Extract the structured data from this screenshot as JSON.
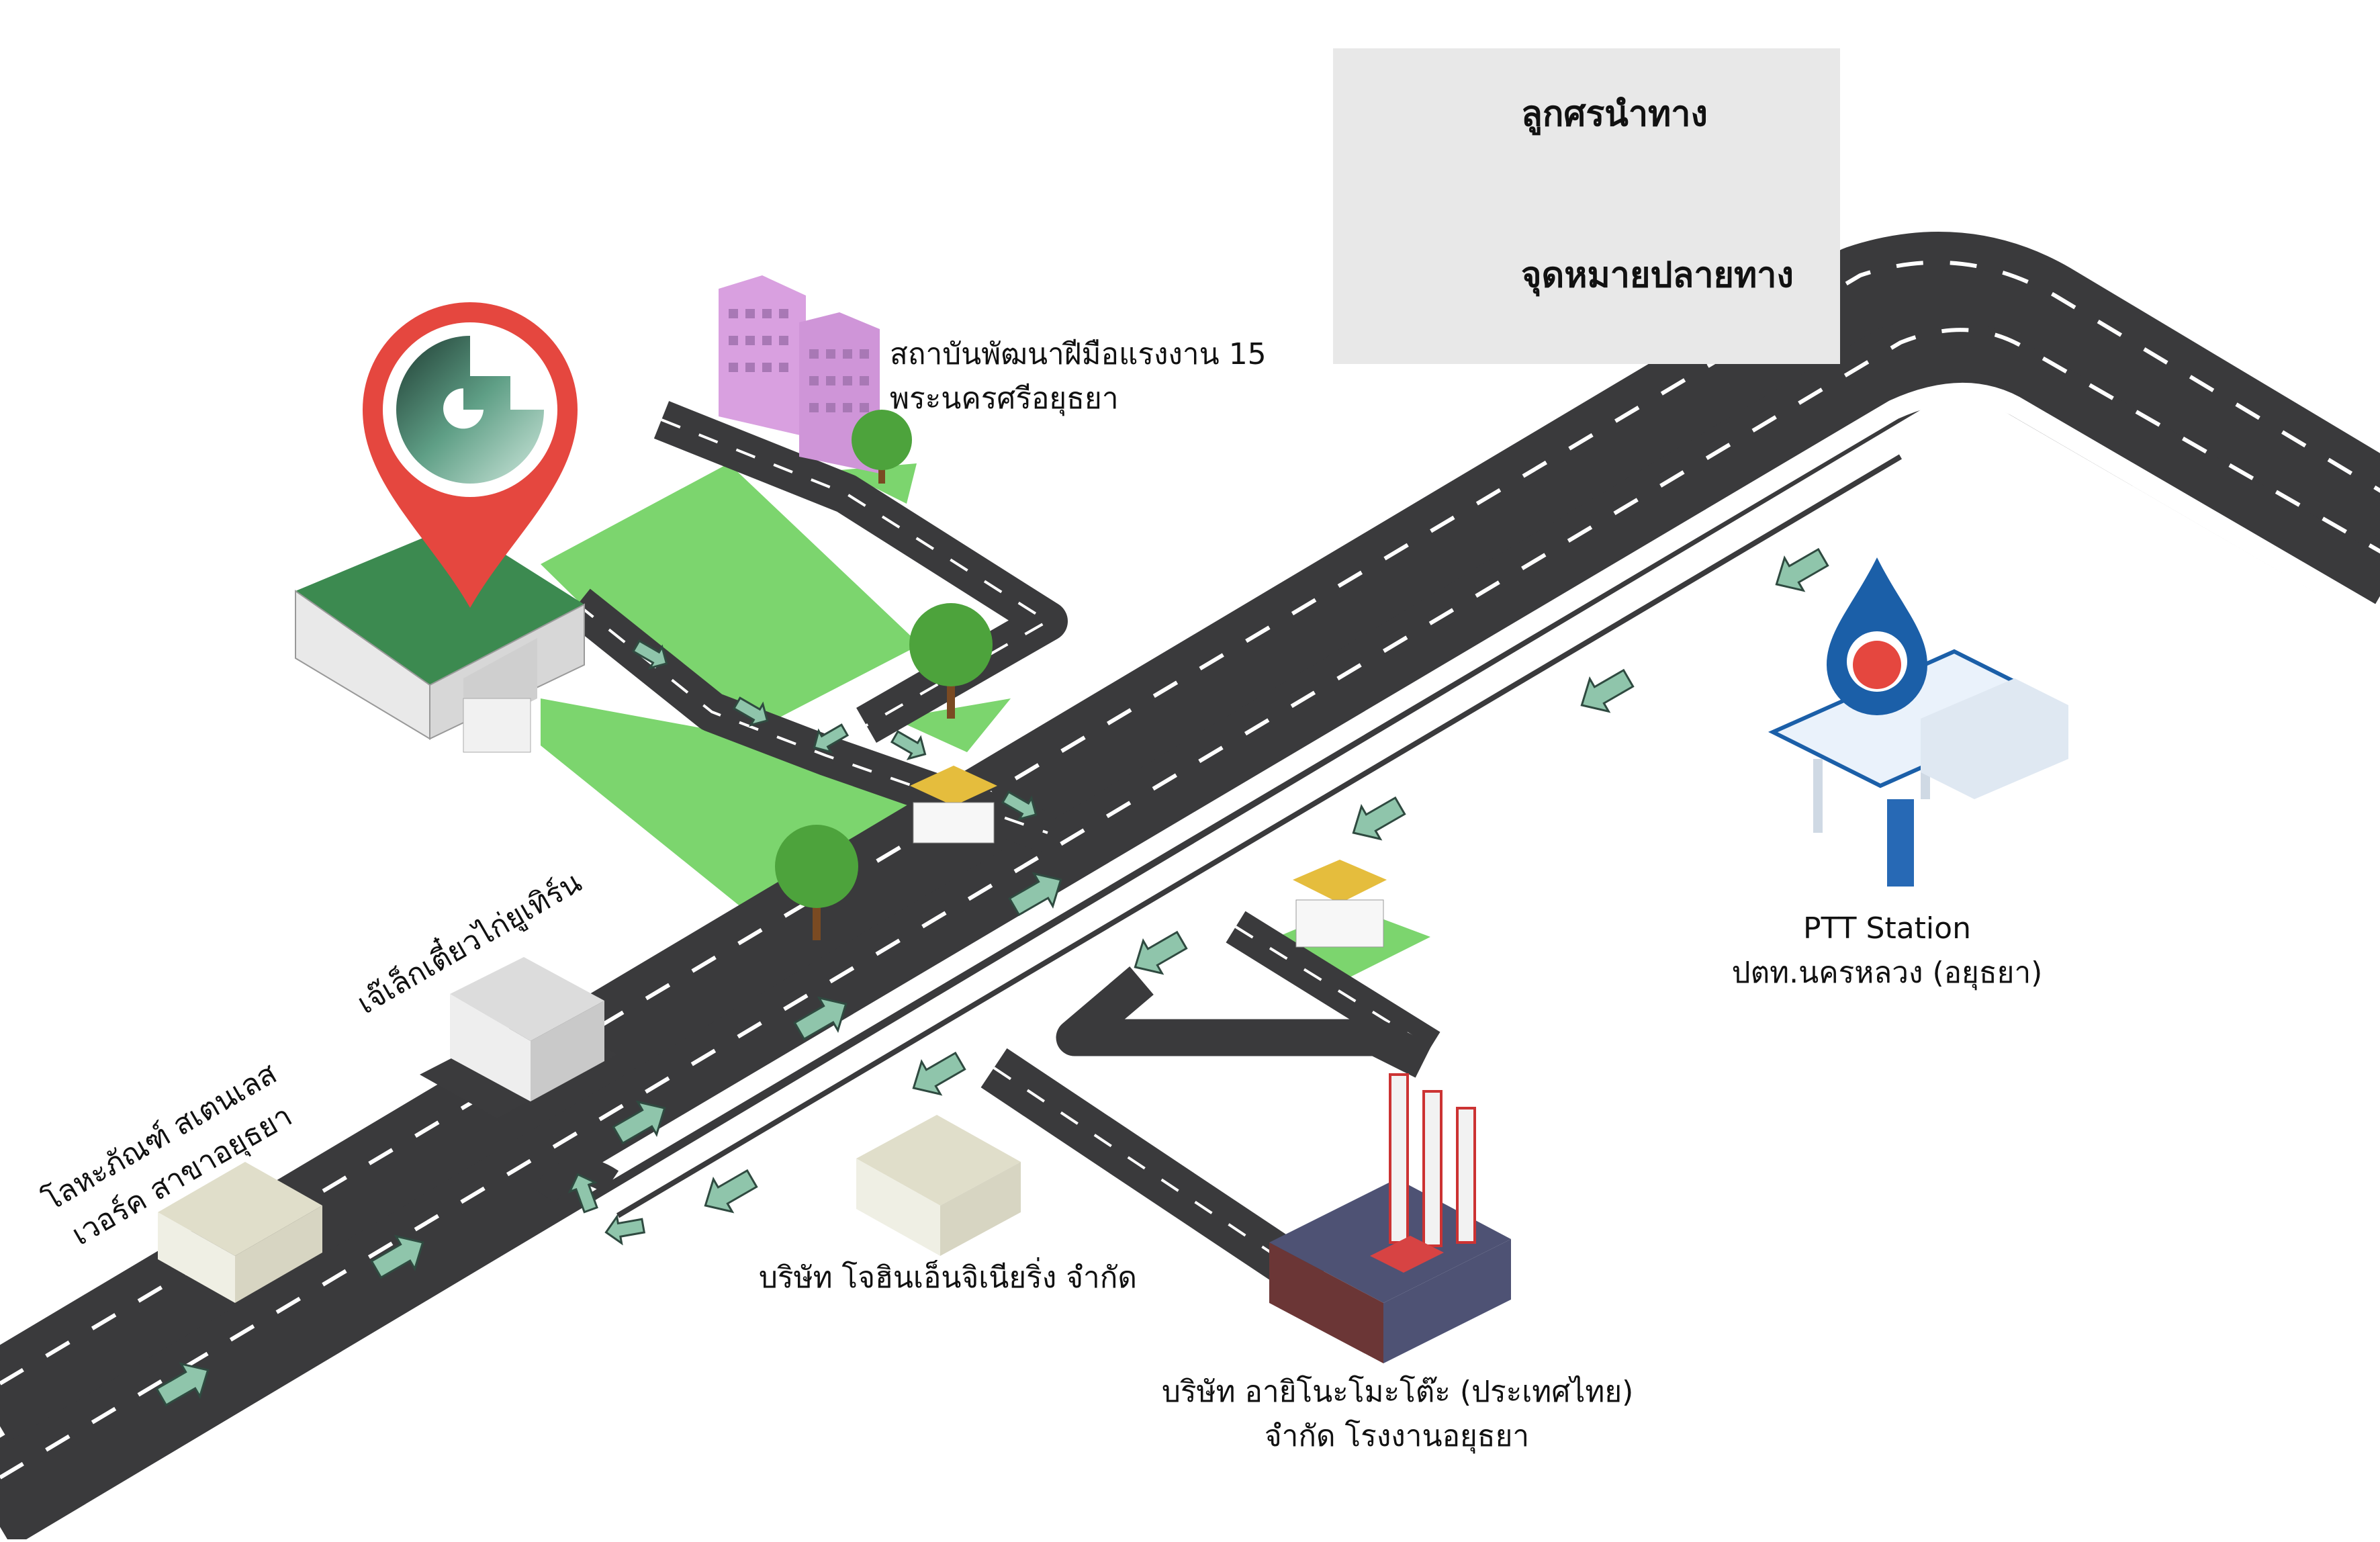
{
  "legend": {
    "arrow_label": "ลูกศรนำทาง",
    "destination_label": "จุดหมายปลายทาง",
    "arrow_icon": "green-arrow-icon",
    "pin_icon": "red-map-pin-icon"
  },
  "places": {
    "institute": {
      "line1": "สถาบันพัฒนาฝีมือแรงงาน 15",
      "line2": "พระนครศรีอยุธยา"
    },
    "ptt": {
      "line1": "PTT Station",
      "line2": "ปตท.นครหลวง (อยุธยา)"
    },
    "noodle_shop": {
      "line1": "เจ๊เล็กเตี๋ยวไก่ยูเทิร์น"
    },
    "metal_shop": {
      "line1": "โลหะภัณฑ์ สเตนเลส",
      "line2": "เวอร์ค สาขาอยุธยา"
    },
    "jo_hin": {
      "line1": "บริษัท โจฮินเอ็นจิเนียริ่ง จำกัด"
    },
    "inoue": {
      "line1": "บริษัท อายิโนะโมะโต๊ะ (ประเทศไทย)",
      "line2": "จำกัด โรงงานอยุธยา"
    }
  },
  "colors": {
    "road": "#3a3a3c",
    "lane_mark": "#ffffff",
    "grass": "#77d46a",
    "arrow": "#8fc5ab",
    "pin_red": "#e5473f",
    "legend_bg": "#e8e8e8",
    "ptt_blue": "#1b5fa8",
    "purple_building": "#d9a0e0"
  }
}
